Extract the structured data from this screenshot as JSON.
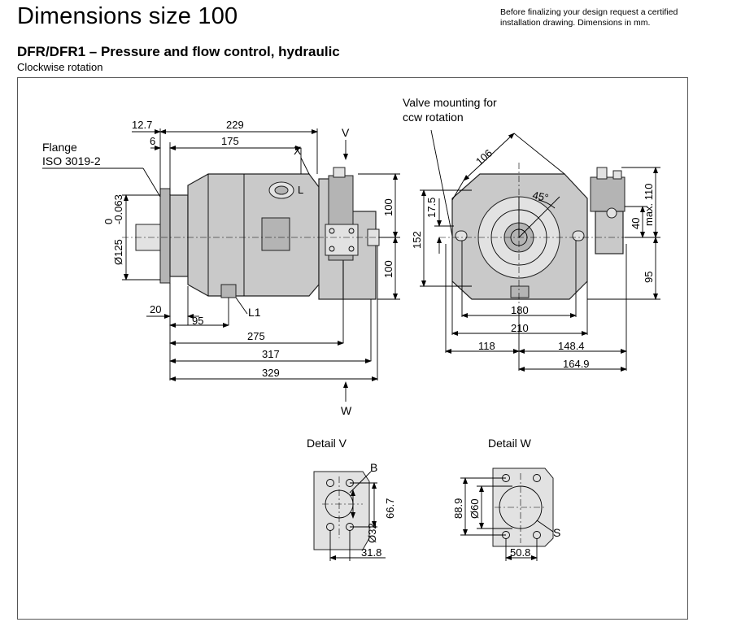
{
  "header": {
    "title": "Dimensions size 100",
    "note_line1": "Before finalizing your design request a certified",
    "note_line2": "installation drawing. Dimensions in mm.",
    "subtitle": "DFR/DFR1 – Pressure and flow control, hydraulic",
    "rotation": "Clockwise rotation"
  },
  "side_view": {
    "flange_label": "Flange",
    "flange_standard": "ISO 3019-2",
    "dims": {
      "d12_7": "12.7",
      "d229": "229",
      "d6": "6",
      "d175": "175",
      "tol_upper": "0",
      "tol_lower": "-0.063",
      "d125": "Ø125",
      "d20": "20",
      "d95": "95",
      "d275": "275",
      "d317": "317",
      "d329": "329",
      "d100_top": "100",
      "d100_bot": "100"
    },
    "ports": {
      "x": "X",
      "l": "L",
      "l1": "L1",
      "v": "V",
      "w": "W"
    }
  },
  "front_view": {
    "valve_note_line1": "Valve mounting for",
    "valve_note_line2": "ccw rotation",
    "dims": {
      "d106": "106",
      "d45": "45°",
      "d17_5": "17.5",
      "d152": "152",
      "d180": "180",
      "d210": "210",
      "d118": "118",
      "d148_4": "148.4",
      "d164_9": "164.9",
      "dmax110": "max. 110",
      "d40": "40",
      "d95": "95"
    }
  },
  "detail_v": {
    "title": "Detail V",
    "port": "B",
    "dims": {
      "d66_7": "66.7",
      "d32": "Ø32",
      "d31_8": "31.8"
    }
  },
  "detail_w": {
    "title": "Detail W",
    "port": "S",
    "dims": {
      "d88_9": "88.9",
      "d60": "Ø60",
      "d50_8": "50.8"
    }
  }
}
